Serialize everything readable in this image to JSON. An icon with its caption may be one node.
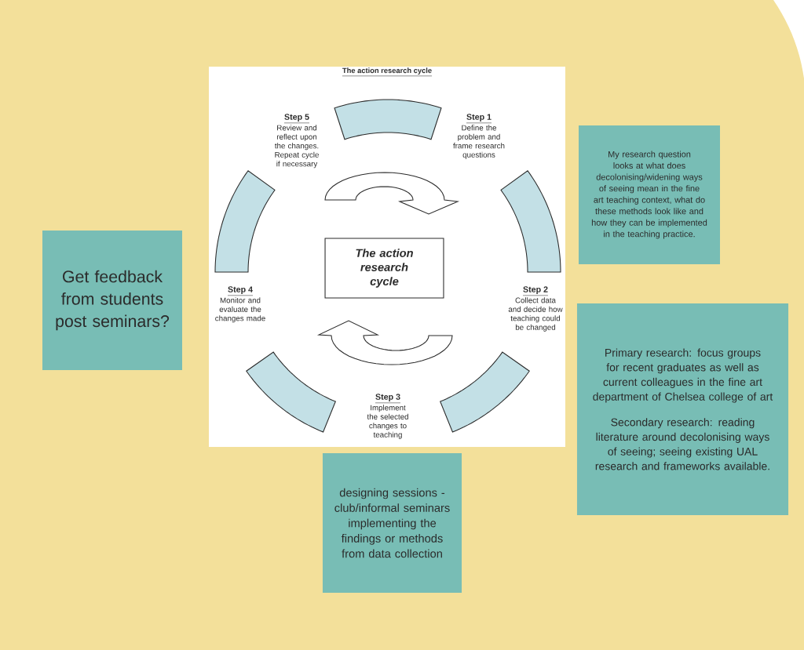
{
  "diagram": {
    "nodes": [
      {
        "text": [
          "The action research cycle"
        ]
      },
      {
        "text": [
          "The action research cycle"
        ],
        "in": 0
      },
      {
        "text": [],
        "shape": "arc",
        "in": 0
      },
      {
        "text": [],
        "shape": "arc",
        "in": 0
      },
      {
        "text": [],
        "shape": "arc",
        "in": 0
      },
      {
        "text": [],
        "shape": "arc",
        "in": 0
      },
      {
        "text": [],
        "shape": "arc",
        "in": 0
      },
      {
        "text": [
          "My research question looks at what does decolonising/widening ways of seeing mean in the fine art teaching context, what do these methods look like and how they can be implemented in the teaching practice."
        ]
      },
      {
        "text": [
          "Get feedback from students post seminars?"
        ]
      },
      {
        "text": [
          "Primary research: focus groups for recent graduates as well as current colleagues in the fine art department of Chelsea college of art",
          "Secondary research: reading literature around decolonising ways of seeing; seeing existing UAL research and frameworks available."
        ]
      },
      {
        "text": [
          "designing sessions - club/informal seminars implementing the findings or methods from data collection"
        ]
      }
    ],
    "edges": [
      {
        "from": 6,
        "to": 3,
        "arrow": "to"
      },
      {
        "from": 4,
        "to": 5,
        "arrow": "to"
      }
    ],
    "labels": [
      "Step 5",
      "Review and reflect upon the changes. Repeat cycle if necessary",
      "Step 1",
      "Define the problem and frame research questions",
      "Step 4",
      "Monitor and evaluate the changes made",
      "Step 2",
      "Collect data and decide how teaching could be changed",
      "Step 3",
      "Implement the selected changes to teaching"
    ]
  }
}
